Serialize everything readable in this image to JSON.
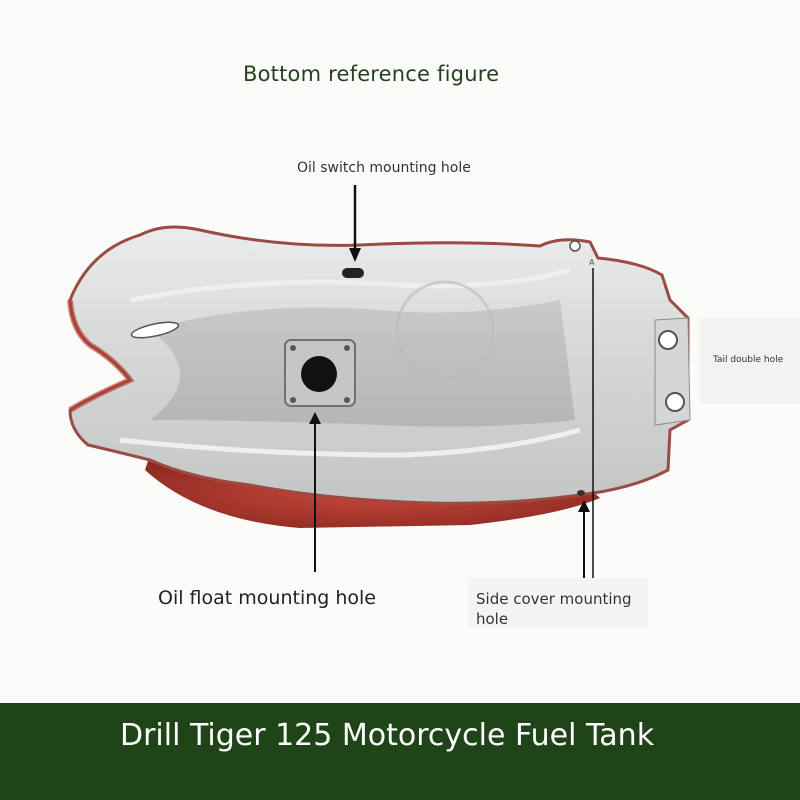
{
  "figure": {
    "title": "Bottom reference figure",
    "labels": {
      "oil_switch": "Oil switch mounting hole",
      "oil_float": "Oil float mounting hole",
      "side_cover": "Side cover mounting hole",
      "tail_double": "Tail double  hole",
      "marker_a": "A"
    }
  },
  "footer": {
    "product_title": "Drill Tiger 125 Motorcycle Fuel Tank"
  },
  "colors": {
    "footer_bg": "#1e4418",
    "title_text": "#26401f",
    "tank_silver": "#dcdedd",
    "tank_red": "#b23a2f"
  }
}
